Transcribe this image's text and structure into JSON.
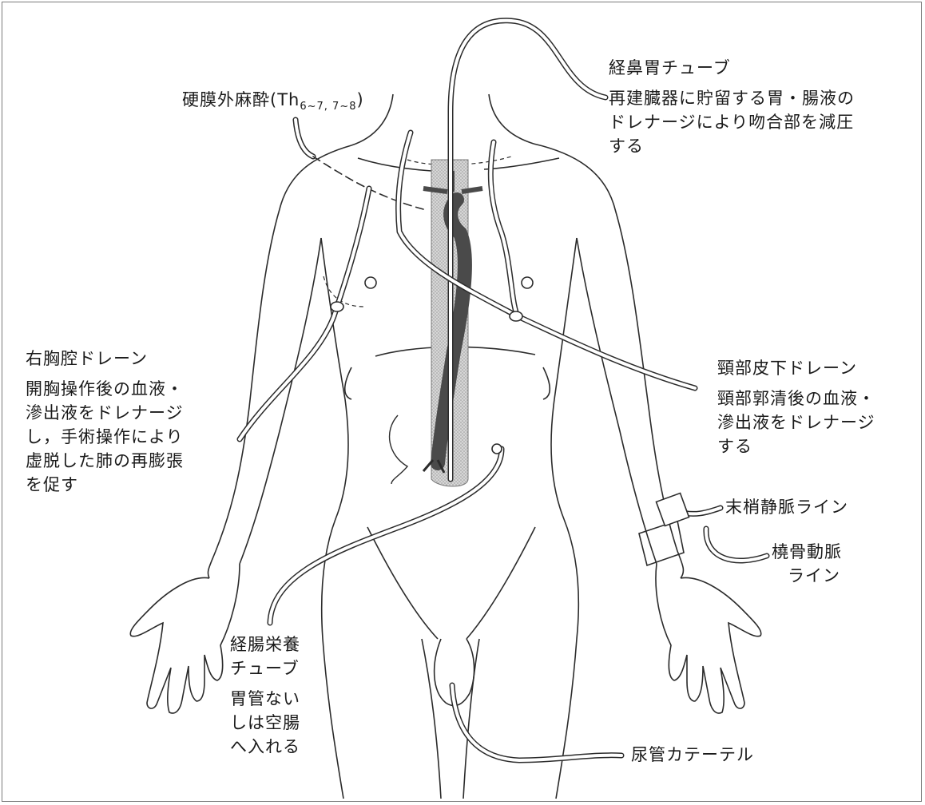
{
  "labels": {
    "epidural": {
      "prefix": "硬膜外麻酔(Th",
      "sub": "6~7, 7~8",
      "suffix": ")"
    },
    "ng_tube": {
      "title": "経鼻胃チューブ",
      "desc": [
        "再建臓器に貯留する胃・腸液の",
        "ドレナージにより吻合部を減圧",
        "する"
      ]
    },
    "right_chest_drain": {
      "title": "右胸腔ドレーン",
      "desc": [
        "開胸操作後の血液・",
        "滲出液をドレナージ",
        "し，手術操作により",
        "虚脱した肺の再膨張",
        "を促す"
      ]
    },
    "neck_drain": {
      "title": "頸部皮下ドレーン",
      "desc": [
        "頸部郭清後の血液・",
        "滲出液をドレナージ",
        "する"
      ]
    },
    "peripheral_iv": {
      "title": "末梢静脈ライン"
    },
    "radial_artery": {
      "title": [
        "橈骨動脈",
        "ライン"
      ]
    },
    "enteral_tube": {
      "title": [
        "経腸栄養",
        "チューブ"
      ],
      "desc": [
        "胃管ない",
        "しは空腸",
        "へ入れる"
      ]
    },
    "urinary_catheter": {
      "title": "尿管カテーテル"
    }
  },
  "colors": {
    "line": "#2b2b2b",
    "organ": "#5a5a5a",
    "shade": "#c8c8c8",
    "border": "#7a7a7a"
  }
}
